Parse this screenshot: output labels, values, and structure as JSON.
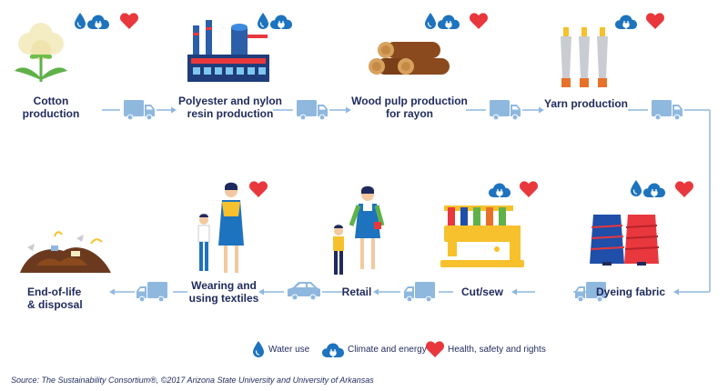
{
  "steps": {
    "cotton": {
      "line1": "Cotton",
      "line2": "production"
    },
    "polyester": {
      "line1": "Polyester and nylon",
      "line2": "resin production"
    },
    "woodpulp": {
      "line1": "Wood pulp production",
      "line2": "for rayon"
    },
    "yarn": {
      "line1": "Yarn production"
    },
    "dyeing": {
      "line1": "Dyeing fabric"
    },
    "cutsew": {
      "line1": "Cut/sew"
    },
    "retail": {
      "line1": "Retail"
    },
    "wearing": {
      "line1": "Wearing and",
      "line2": "using textiles"
    },
    "endoflife": {
      "line1": "End-of-life",
      "line2": "& disposal"
    }
  },
  "legend": {
    "water": "Water use",
    "climate": "Climate and energy",
    "health": "Health, safety and rights"
  },
  "source": "Source: The Sustainability Consortium®, ©2017 Arizona State University and University of Arkansas",
  "colors": {
    "navy": "#1f2a5c",
    "blue": "#1e73be",
    "light_blue": "#8fb8df",
    "red": "#e8383d",
    "green": "#5fb14a",
    "yellow": "#f6c12c"
  }
}
